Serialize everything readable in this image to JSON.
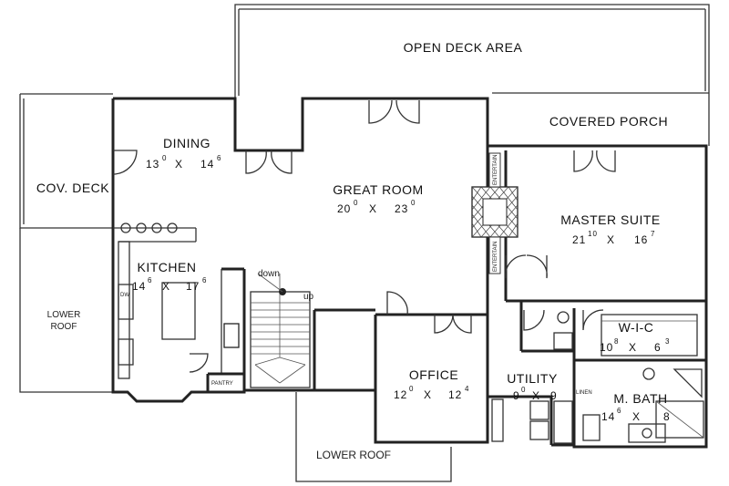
{
  "rooms": {
    "open_deck": {
      "name": "OPEN DECK AREA"
    },
    "covered_porch": {
      "name": "COVERED PORCH"
    },
    "dining": {
      "name": "DINING",
      "w": "13",
      "w_in": "0",
      "x": "X",
      "h": "14",
      "h_in": "6"
    },
    "cov_deck": {
      "name": "COV. DECK"
    },
    "great_room": {
      "name": "GREAT ROOM",
      "w": "20",
      "w_in": "0",
      "x": "X",
      "h": "23",
      "h_in": "0"
    },
    "master_suite": {
      "name": "MASTER SUITE",
      "w": "21",
      "w_in": "10",
      "x": "X",
      "h": "16",
      "h_in": "7"
    },
    "kitchen": {
      "name": "KITCHEN",
      "w": "14",
      "w_in": "6",
      "x": "X",
      "h": "17",
      "h_in": "6"
    },
    "wic": {
      "name": "W-I-C",
      "w": "10",
      "w_in": "8",
      "x": "X",
      "h": "6",
      "h_in": "3"
    },
    "office": {
      "name": "OFFICE",
      "w": "12",
      "w_in": "0",
      "x": "X",
      "h": "12",
      "h_in": "4"
    },
    "utility": {
      "name": "UTILITY",
      "w": "9",
      "w_in": "0",
      "x": "X",
      "h": "9",
      "h_in": ""
    },
    "m_bath": {
      "name": "M. BATH",
      "w": "14",
      "w_in": "6",
      "x": "X",
      "h": "8",
      "h_in": ""
    },
    "lower_roof_left": {
      "line1": "LOWER",
      "line2": "ROOF"
    },
    "lower_roof_bottom": {
      "name": "LOWER ROOF"
    }
  },
  "annotations": {
    "stair_down": "down",
    "stair_up": "up",
    "pantry": "PANTRY",
    "entertain": "ENTERTAIN",
    "linen": "LINEN",
    "dw": "DW"
  }
}
